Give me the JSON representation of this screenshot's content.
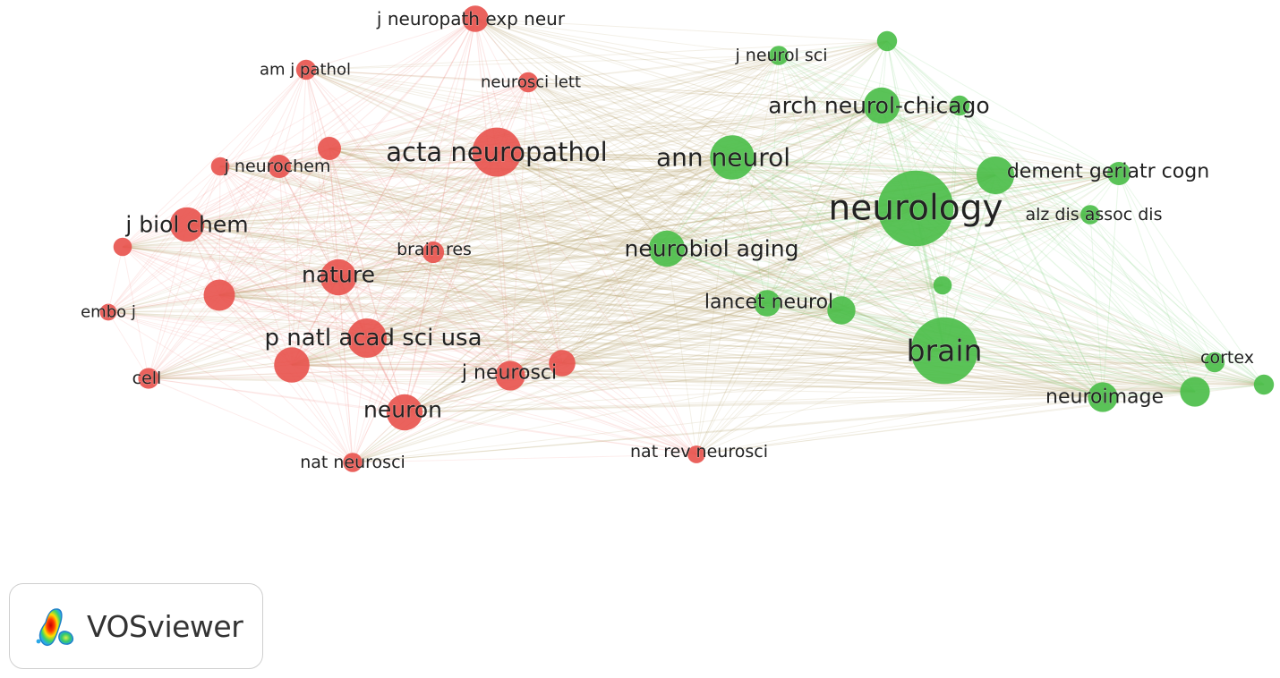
{
  "app": {
    "name": "VOSviewer",
    "logo_icon": "vosviewer-logo-icon"
  },
  "colors": {
    "cluster_1": "#e8554f",
    "cluster_2": "#4cbe4a",
    "link_1": "#f08a84",
    "link_2": "#7fd27a"
  },
  "network": {
    "nodes": [
      {
        "label": "j neuropath exp neur",
        "cluster": 1,
        "weight": 2.4
      },
      {
        "label": "am j pathol",
        "cluster": 1,
        "weight": 1.6
      },
      {
        "label": "neurosci lett",
        "cluster": 1,
        "weight": 1.6
      },
      {
        "label": "acta neuropathol",
        "cluster": 1,
        "weight": 5.2
      },
      {
        "label": "j neurochem",
        "cluster": 1,
        "weight": 2.0
      },
      {
        "label": "j biol chem",
        "cluster": 1,
        "weight": 3.4
      },
      {
        "label": "brain res",
        "cluster": 1,
        "weight": 1.8
      },
      {
        "label": "nature",
        "cluster": 1,
        "weight": 3.6
      },
      {
        "label": "embo j",
        "cluster": 1,
        "weight": 1.2
      },
      {
        "label": "p natl acad sci usa",
        "cluster": 1,
        "weight": 4.0
      },
      {
        "label": "cell",
        "cluster": 1,
        "weight": 1.7
      },
      {
        "label": "j neurosci",
        "cluster": 1,
        "weight": 2.8
      },
      {
        "label": "neuron",
        "cluster": 1,
        "weight": 3.6
      },
      {
        "label": "nat neurosci",
        "cluster": 1,
        "weight": 1.5
      },
      {
        "label": "nat rev neurosci",
        "cluster": 1,
        "weight": 1.3
      },
      {
        "label": "",
        "cluster": 1,
        "weight": 2.0
      },
      {
        "label": "",
        "cluster": 1,
        "weight": 3.5
      },
      {
        "label": "",
        "cluster": 1,
        "weight": 3.0
      },
      {
        "label": "",
        "cluster": 1,
        "weight": 2.4
      },
      {
        "label": "",
        "cluster": 1,
        "weight": 1.4
      },
      {
        "label": "",
        "cluster": 1,
        "weight": 1.4
      },
      {
        "label": "j neurol sci",
        "cluster": 2,
        "weight": 1.5
      },
      {
        "label": "arch neurol-chicago",
        "cluster": 2,
        "weight": 3.6
      },
      {
        "label": "ann neurol",
        "cluster": 2,
        "weight": 4.6
      },
      {
        "label": "neurology",
        "cluster": 2,
        "weight": 8.5
      },
      {
        "label": "dement geriatr cogn",
        "cluster": 2,
        "weight": 3.8
      },
      {
        "label": "alz dis assoc dis",
        "cluster": 2,
        "weight": 1.5
      },
      {
        "label": "neurobiol aging",
        "cluster": 2,
        "weight": 3.6
      },
      {
        "label": "lancet neurol",
        "cluster": 2,
        "weight": 2.4
      },
      {
        "label": "brain",
        "cluster": 2,
        "weight": 7.4
      },
      {
        "label": "neuroimage",
        "cluster": 2,
        "weight": 2.8
      },
      {
        "label": "cortex",
        "cluster": 2,
        "weight": 1.6
      },
      {
        "label": "",
        "cluster": 2,
        "weight": 1.6
      },
      {
        "label": "",
        "cluster": 2,
        "weight": 2.8
      },
      {
        "label": "",
        "cluster": 2,
        "weight": 2.6
      },
      {
        "label": "",
        "cluster": 2,
        "weight": 2.0
      },
      {
        "label": "",
        "cluster": 2,
        "weight": 1.6
      },
      {
        "label": "",
        "cluster": 2,
        "weight": 1.4
      },
      {
        "label": "",
        "cluster": 2,
        "weight": 1.6
      }
    ]
  }
}
